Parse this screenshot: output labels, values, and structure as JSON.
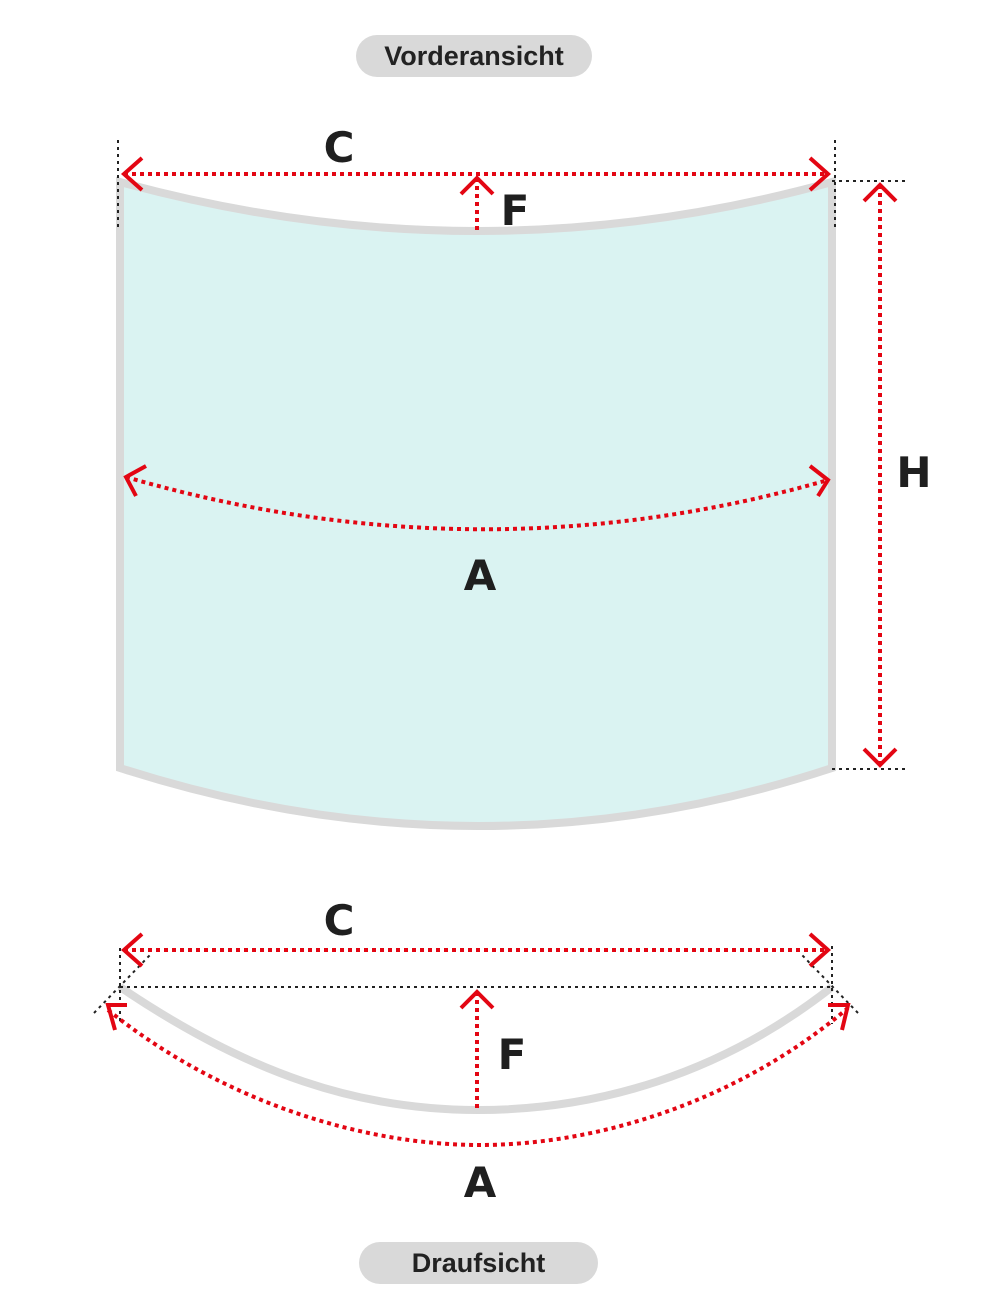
{
  "front_view": {
    "title": "Vorderansicht",
    "labels": {
      "chord": "C",
      "rise": "F",
      "height": "H",
      "arc": "A"
    }
  },
  "top_view": {
    "title": "Draufsicht",
    "labels": {
      "chord": "C",
      "rise": "F",
      "arc": "A"
    }
  },
  "colors": {
    "glass": "#daf3f2",
    "frame": "#d9d9d9",
    "dimension": "#e30613"
  }
}
